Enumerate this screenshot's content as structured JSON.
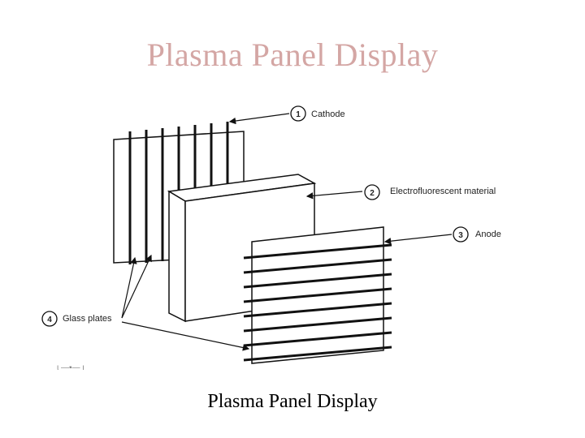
{
  "slide": {
    "title": "Plasma Panel Display",
    "caption": "Plasma Panel Display"
  },
  "diagram": {
    "labels": [
      {
        "number": "1",
        "text": "Cathode"
      },
      {
        "number": "2",
        "text": "Electrofluorescent material"
      },
      {
        "number": "3",
        "text": "Anode"
      },
      {
        "number": "4",
        "text": "Glass plates"
      }
    ],
    "scan_mark": "ι —▪— ι"
  },
  "colors": {
    "title": "#d4a6a4",
    "line": "#000000"
  }
}
